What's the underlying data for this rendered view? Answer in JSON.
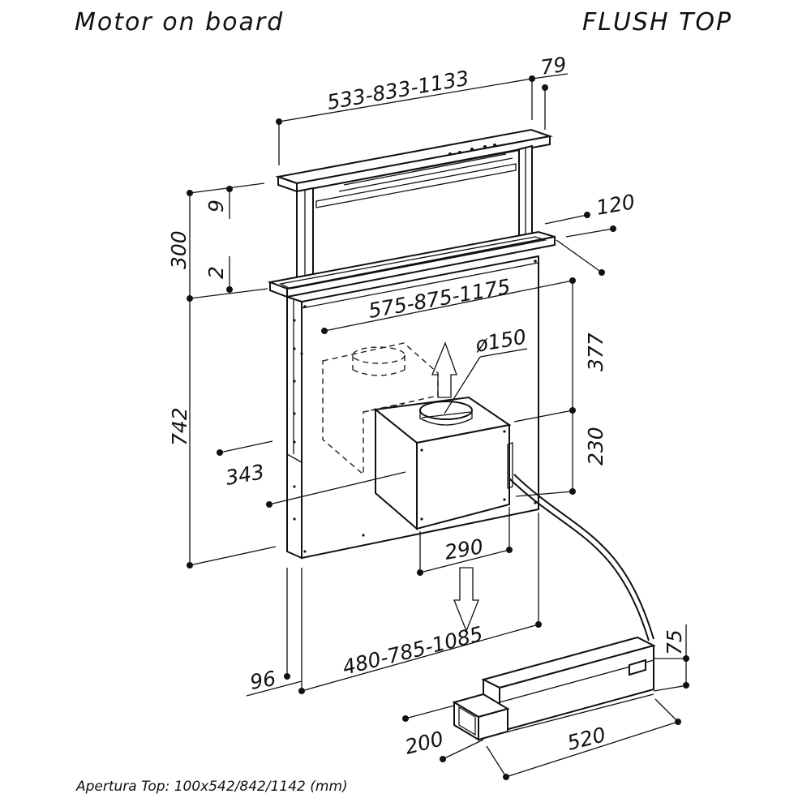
{
  "header": {
    "left_title": "Motor on board",
    "right_title": "FLUSH TOP"
  },
  "dimensions": {
    "top_width": "533-833-1133",
    "top_depth": "79",
    "lip_top": "9",
    "rise_height": "300",
    "lip_bottom": "2",
    "side_depth": "120",
    "frame_width": "575-875-1175",
    "duct_diameter": "ø150",
    "upper_height": "377",
    "body_height": "742",
    "motor_depth": "343",
    "motor_height": "230",
    "motor_width": "290",
    "bottom_width": "480-785-1085",
    "bottom_offset": "96",
    "box_height": "75",
    "box_depth": "200",
    "box_length": "520"
  },
  "footer": {
    "note": "Apertura Top: 100x542/842/1142 (mm)"
  }
}
